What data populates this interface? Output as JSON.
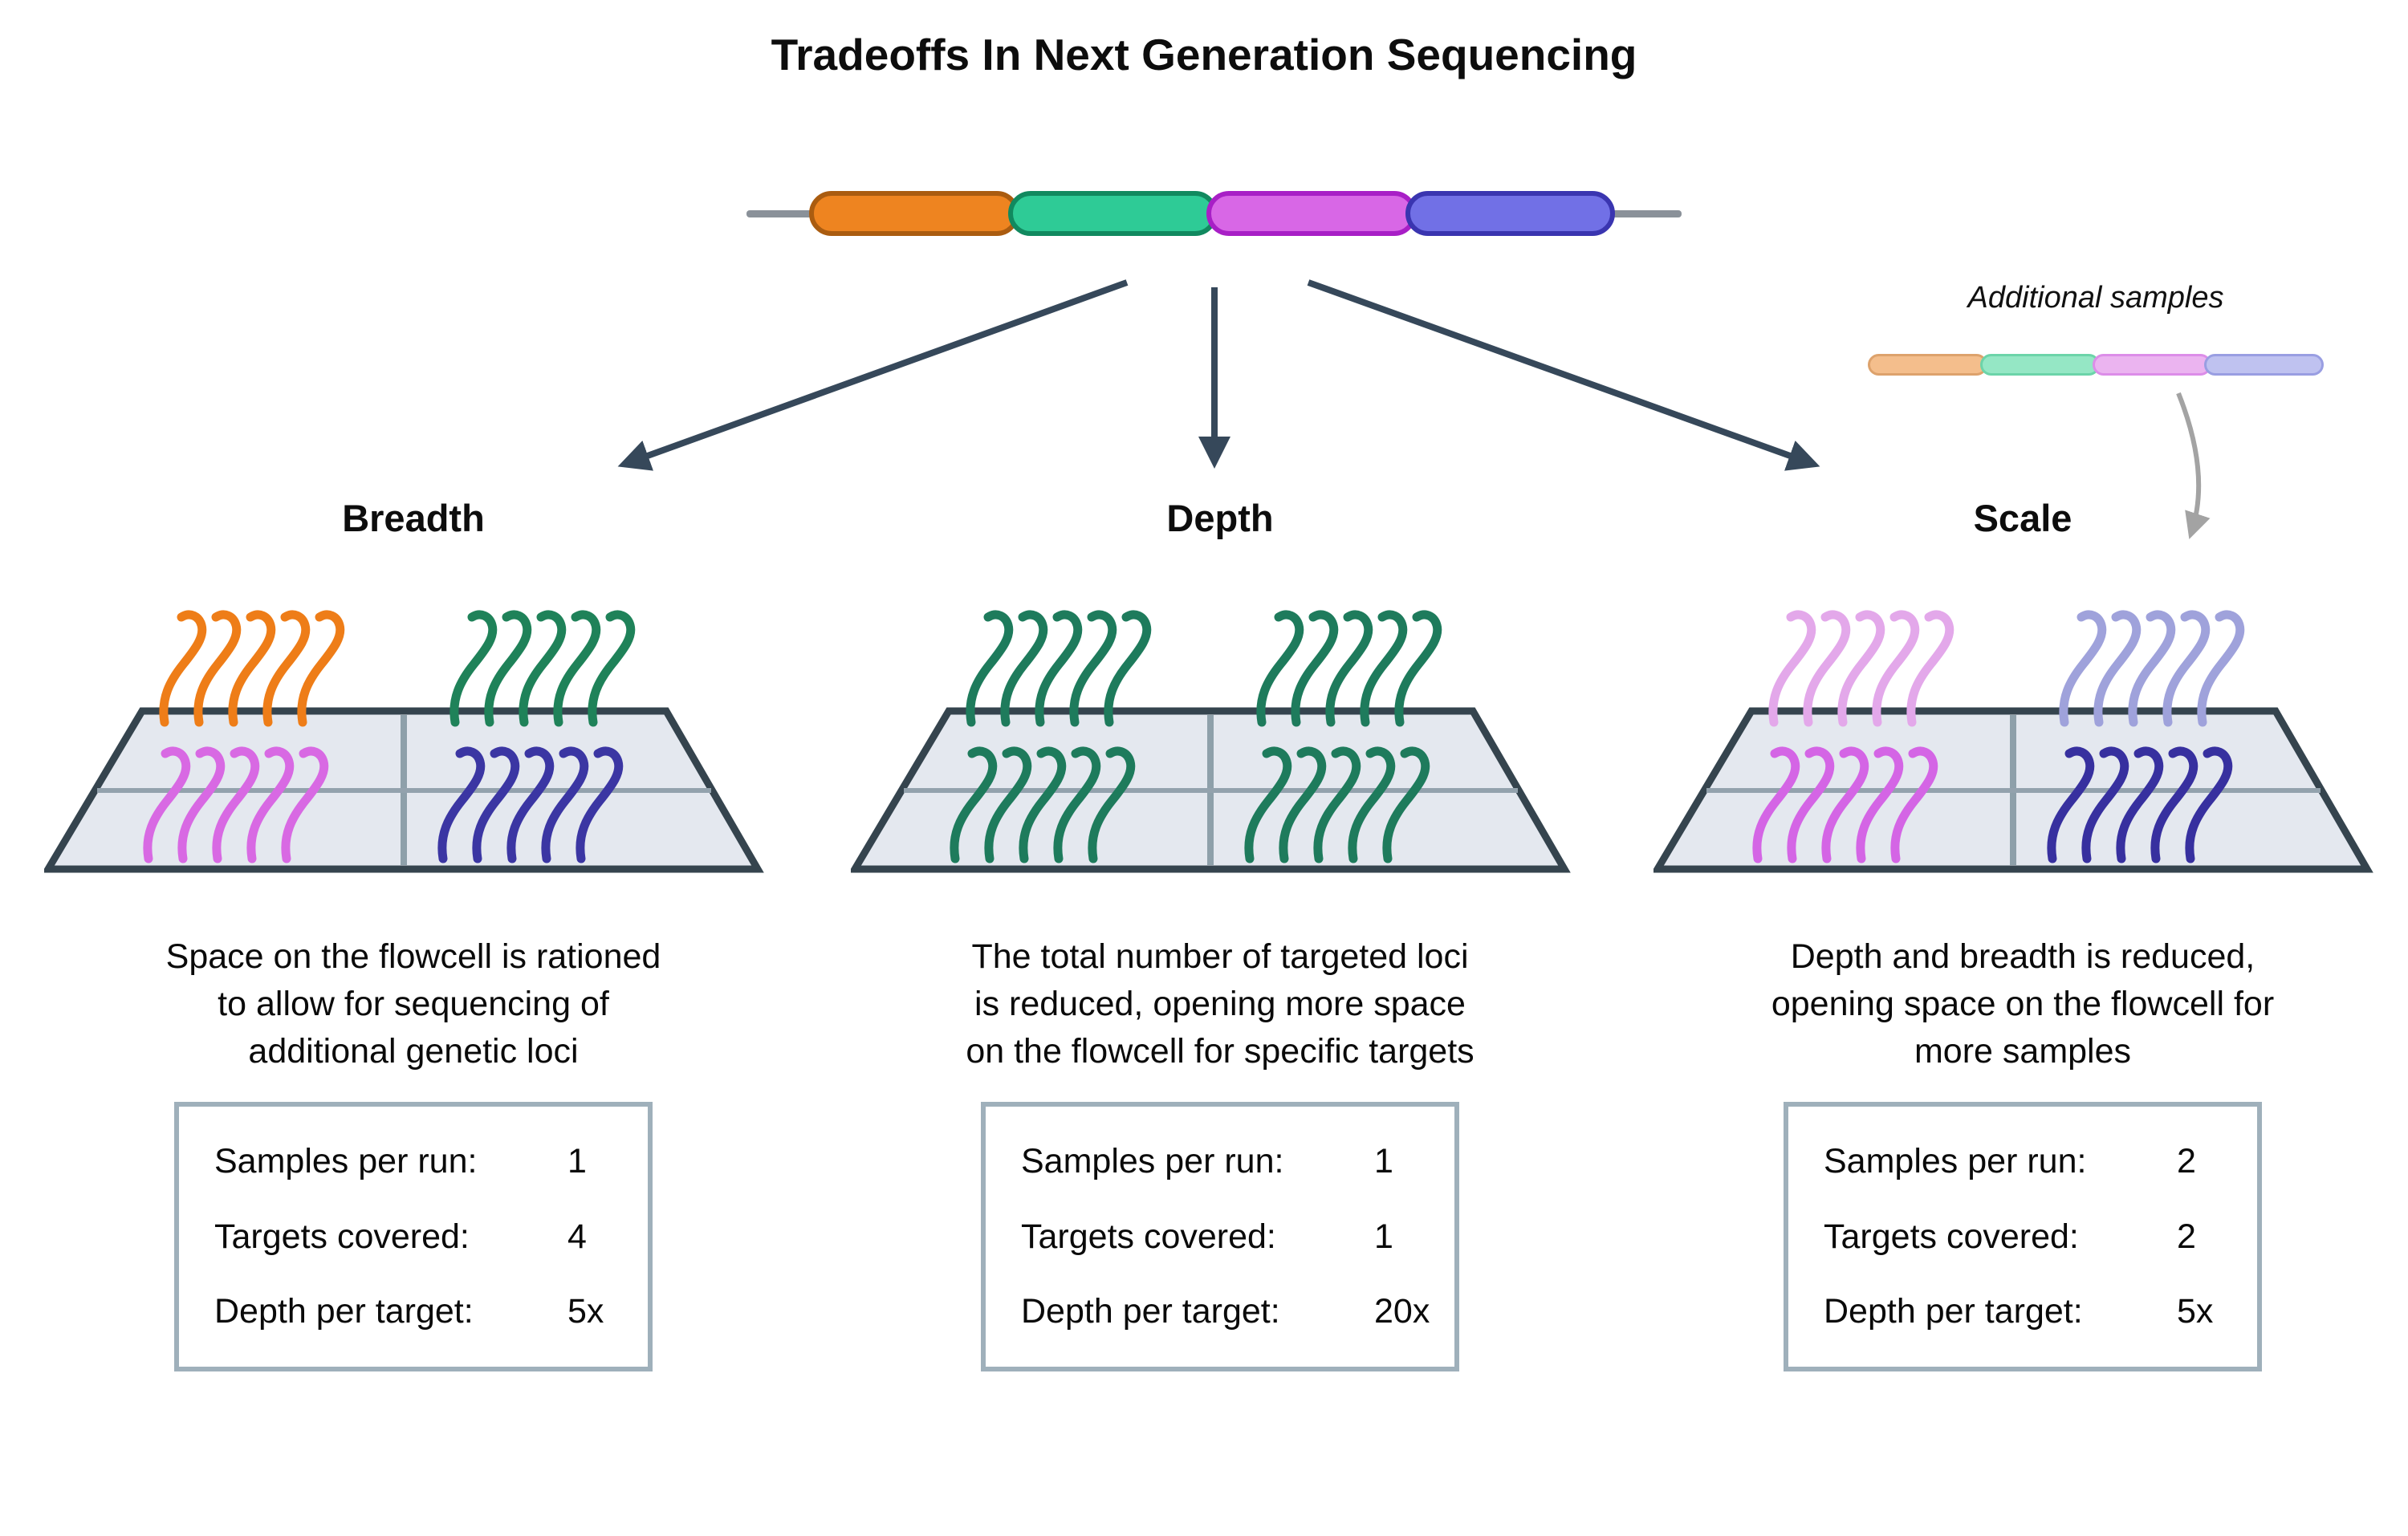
{
  "title": "Tradeoffs In Next Generation Sequencing",
  "colors": {
    "arrow": "#36485a",
    "soft_arrow": "#a3a3a3",
    "connector_line": "#8a9199",
    "flowcell_fill": "#e4e8ef",
    "flowcell_border": "#35444e",
    "divider_vertical": "#8ea0aa",
    "divider_horizontal": "#93a2ad",
    "box_border": "#9fb0bb"
  },
  "sequence_bar": {
    "segments": [
      {
        "name": "locus-orange-pill",
        "fill": "#ee8420",
        "border": "#aa5c10"
      },
      {
        "name": "locus-green-pill",
        "fill": "#2ecb96",
        "border": "#11895f"
      },
      {
        "name": "locus-magenta-pill",
        "fill": "#d867e6",
        "border": "#a81fc6"
      },
      {
        "name": "locus-blue-pill",
        "fill": "#7170e6",
        "border": "#3a35b0"
      }
    ]
  },
  "additional_samples": {
    "label": "Additional samples",
    "segments": [
      {
        "name": "sample2-locus-orange-pill",
        "fill": "#f4be8c",
        "border": "#dda26c"
      },
      {
        "name": "sample2-locus-green-pill",
        "fill": "#95e7c5",
        "border": "#6cd4a9"
      },
      {
        "name": "sample2-locus-magenta-pill",
        "fill": "#ebb4f0",
        "border": "#dc8de8"
      },
      {
        "name": "sample2-locus-blue-pill",
        "fill": "#bfc2f0",
        "border": "#999ee2"
      }
    ]
  },
  "panels": [
    {
      "label": "Breadth",
      "description_lines": [
        "Space on the flowcell is rationed",
        "to allow for sequencing of",
        "additional genetic loci"
      ],
      "squiggles": {
        "back_left": "#ee7d18",
        "back_right": "#1f8259",
        "front_left": "#d869e3",
        "front_right": "#3b36a3"
      },
      "stats": [
        {
          "label": "Samples per run:",
          "value": "1"
        },
        {
          "label": "Targets covered:",
          "value": "4"
        },
        {
          "label": "Depth per target:",
          "value": "5x"
        }
      ]
    },
    {
      "label": "Depth",
      "description_lines": [
        "The total number of targeted loci",
        "is reduced, opening more space",
        "on the flowcell for specific targets"
      ],
      "squiggles": {
        "back_left": "#1e7b5c",
        "back_right": "#1e7b5c",
        "front_left": "#1e7b5c",
        "front_right": "#1e7b5c"
      },
      "stats": [
        {
          "label": "Samples per run:",
          "value": "1"
        },
        {
          "label": "Targets covered:",
          "value": "1"
        },
        {
          "label": "Depth per target:",
          "value": "20x"
        }
      ]
    },
    {
      "label": "Scale",
      "description_lines": [
        "Depth and breadth is reduced,",
        "opening space on the flowcell for",
        "more samples"
      ],
      "squiggles": {
        "back_left": "#e3a8ea",
        "back_right": "#9fa2db",
        "front_left": "#d465e5",
        "front_right": "#37309f"
      },
      "stats": [
        {
          "label": "Samples per run:",
          "value": "2"
        },
        {
          "label": "Targets covered:",
          "value": "2"
        },
        {
          "label": "Depth per target:",
          "value": "5x"
        }
      ]
    }
  ]
}
